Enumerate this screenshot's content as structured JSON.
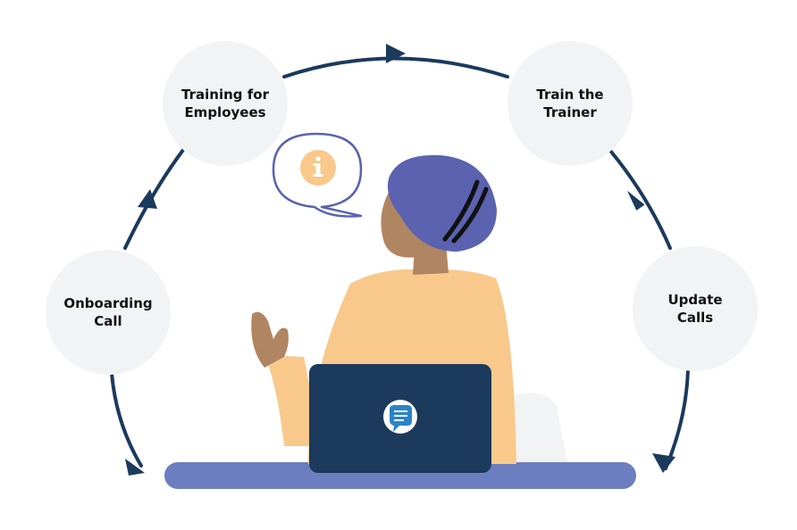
{
  "steps": [
    {
      "label": "Training for\nEmployees"
    },
    {
      "label": "Train the\nTrainer"
    },
    {
      "label": "Update\nCalls"
    },
    {
      "label": "Onboarding\nCall"
    }
  ],
  "icons": {
    "speech_bubble": "info-icon",
    "laptop_logo": "chat-logo-icon"
  },
  "colors": {
    "cycle_line": "#1b3a5c",
    "node_fill": "#f2f3f5",
    "desk": "#6b7fc0",
    "laptop": "#1b3a5c",
    "skin": "#b08562",
    "shirt": "#f8c98a",
    "headwrap": "#5b62b0",
    "info_badge": "#f8c98a",
    "bubble_stroke": "#5b62b0"
  }
}
